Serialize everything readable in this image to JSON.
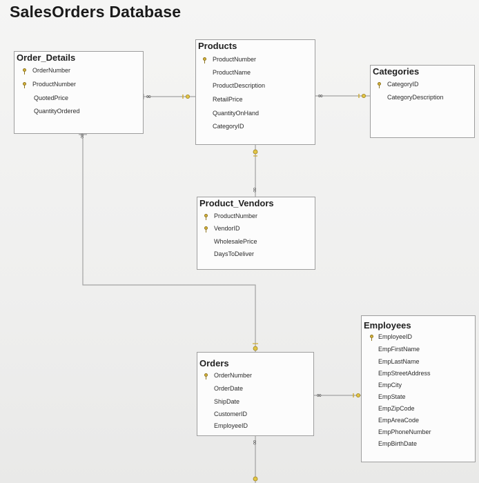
{
  "title": "SalesOrders Database",
  "tables": {
    "order_details": {
      "name": "Order_Details",
      "fields": [
        {
          "label": "OrderNumber",
          "key": true
        },
        {
          "label": "ProductNumber",
          "key": true
        },
        {
          "label": "QuotedPrice",
          "key": false
        },
        {
          "label": "QuantityOrdered",
          "key": false
        }
      ]
    },
    "products": {
      "name": "Products",
      "fields": [
        {
          "label": "ProductNumber",
          "key": true
        },
        {
          "label": "ProductName",
          "key": false
        },
        {
          "label": "ProductDescription",
          "key": false
        },
        {
          "label": "RetailPrice",
          "key": false
        },
        {
          "label": "QuantityOnHand",
          "key": false
        },
        {
          "label": "CategoryID",
          "key": false
        }
      ]
    },
    "categories": {
      "name": "Categories",
      "fields": [
        {
          "label": "CategoryID",
          "key": true
        },
        {
          "label": "CategoryDescription",
          "key": false
        }
      ]
    },
    "product_vendors": {
      "name": "Product_Vendors",
      "fields": [
        {
          "label": "ProductNumber",
          "key": true
        },
        {
          "label": "VendorID",
          "key": true
        },
        {
          "label": "WholesalePrice",
          "key": false
        },
        {
          "label": "DaysToDeliver",
          "key": false
        }
      ]
    },
    "orders": {
      "name": "Orders",
      "fields": [
        {
          "label": "OrderNumber",
          "key": true
        },
        {
          "label": "OrderDate",
          "key": false
        },
        {
          "label": "ShipDate",
          "key": false
        },
        {
          "label": "CustomerID",
          "key": false
        },
        {
          "label": "EmployeeID",
          "key": false
        }
      ]
    },
    "employees": {
      "name": "Employees",
      "fields": [
        {
          "label": "EmployeeID",
          "key": true
        },
        {
          "label": "EmpFirstName",
          "key": false
        },
        {
          "label": "EmpLastName",
          "key": false
        },
        {
          "label": "EmpStreetAddress",
          "key": false
        },
        {
          "label": "EmpCity",
          "key": false
        },
        {
          "label": "EmpState",
          "key": false
        },
        {
          "label": "EmpZipCode",
          "key": false
        },
        {
          "label": "EmpAreaCode",
          "key": false
        },
        {
          "label": "EmpPhoneNumber",
          "key": false
        },
        {
          "label": "EmpBirthDate",
          "key": false
        }
      ]
    }
  },
  "relationships": [
    {
      "from": "Products",
      "to": "Order_Details",
      "one": "Products",
      "many": "Order_Details"
    },
    {
      "from": "Categories",
      "to": "Products",
      "one": "Categories",
      "many": "Products"
    },
    {
      "from": "Products",
      "to": "Product_Vendors",
      "one": "Products",
      "many": "Product_Vendors"
    },
    {
      "from": "Orders",
      "to": "Order_Details",
      "one": "Orders",
      "many": "Order_Details"
    },
    {
      "from": "Employees",
      "to": "Orders",
      "one": "Employees",
      "many": "Orders"
    }
  ],
  "colors": {
    "line": "#9e9e9e",
    "key_gold": "#d8b43a",
    "connector_end": "#e0c240"
  }
}
